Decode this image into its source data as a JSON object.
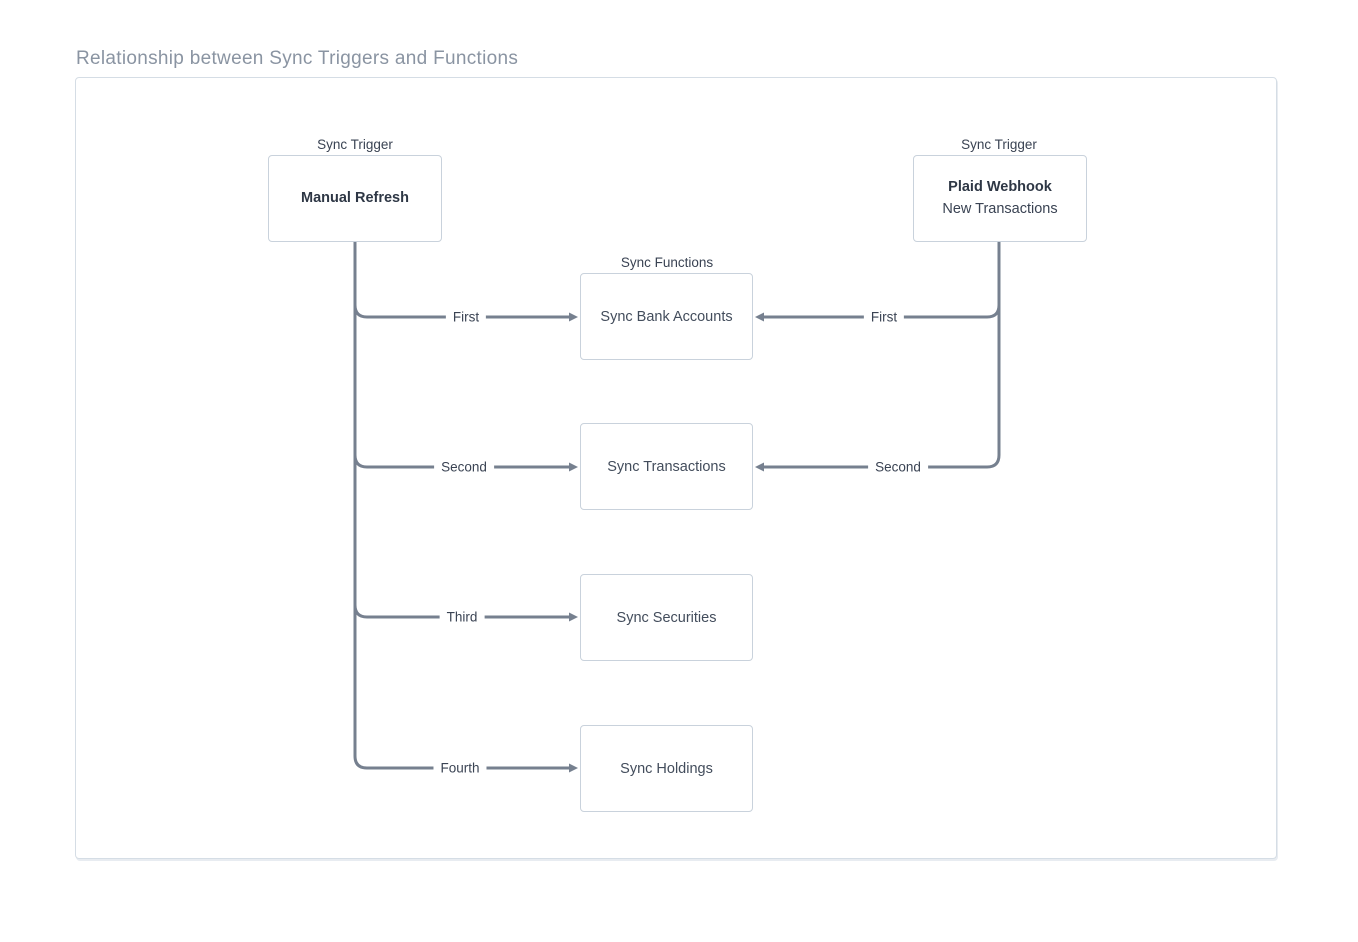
{
  "page": {
    "title": "Relationship between Sync Triggers and Functions"
  },
  "colors": {
    "title_text": "#8a94a2",
    "connector_line": "#76808f",
    "node_border": "#c9d2dc",
    "canvas_border": "#d5dde5",
    "label_text": "#3a4353",
    "node_title_text": "#2e3745"
  },
  "diagram": {
    "triggers": [
      {
        "group_label": "Sync Trigger",
        "title": "Manual Refresh",
        "subtitle": ""
      },
      {
        "group_label": "Sync Trigger",
        "title": "Plaid Webhook",
        "subtitle": "New Transactions"
      }
    ],
    "functions_label": "Sync Functions",
    "functions": [
      "Sync Bank Accounts",
      "Sync Transactions",
      "Sync Securities",
      "Sync Holdings"
    ],
    "edges": [
      {
        "from": "Manual Refresh",
        "to": "Sync Bank Accounts",
        "label": "First"
      },
      {
        "from": "Manual Refresh",
        "to": "Sync Transactions",
        "label": "Second"
      },
      {
        "from": "Manual Refresh",
        "to": "Sync Securities",
        "label": "Third"
      },
      {
        "from": "Manual Refresh",
        "to": "Sync Holdings",
        "label": "Fourth"
      },
      {
        "from": "Plaid Webhook",
        "to": "Sync Bank Accounts",
        "label": "First"
      },
      {
        "from": "Plaid Webhook",
        "to": "Sync Transactions",
        "label": "Second"
      }
    ]
  }
}
